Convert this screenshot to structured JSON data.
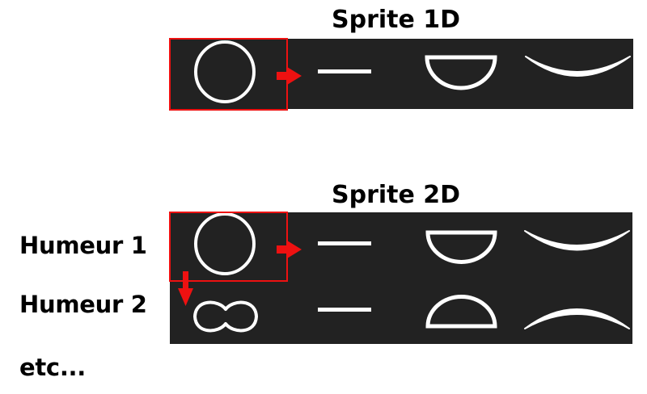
{
  "colors": {
    "background": "#ffffff",
    "strip": "#222222",
    "sprite_stroke": "#ffffff",
    "highlight": "#ee1111",
    "text": "#000000"
  },
  "sprite_1d": {
    "title": "Sprite 1D",
    "frames": [
      {
        "icon": "circle-mouth-icon"
      },
      {
        "icon": "flat-line-mouth-icon"
      },
      {
        "icon": "half-disc-mouth-icon"
      },
      {
        "icon": "smile-arc-icon"
      }
    ],
    "arrow": "right-arrow-icon"
  },
  "sprite_2d": {
    "title": "Sprite 2D",
    "rows": [
      {
        "label": "Humeur 1",
        "frames": [
          {
            "icon": "circle-mouth-icon"
          },
          {
            "icon": "flat-line-mouth-icon"
          },
          {
            "icon": "half-disc-mouth-icon"
          },
          {
            "icon": "smile-arc-icon"
          }
        ]
      },
      {
        "label": "Humeur 2",
        "frames": [
          {
            "icon": "peanut-mouth-icon"
          },
          {
            "icon": "flat-line-mouth-icon"
          },
          {
            "icon": "inverted-half-disc-mouth-icon"
          },
          {
            "icon": "frown-arc-icon"
          }
        ]
      }
    ],
    "more_label": "etc...",
    "arrows": [
      "right-arrow-icon",
      "down-arrow-icon"
    ]
  }
}
